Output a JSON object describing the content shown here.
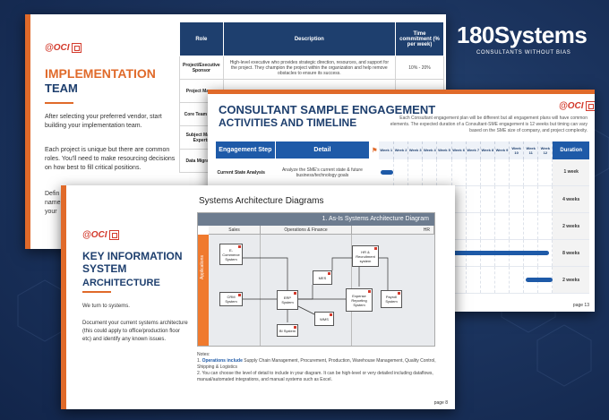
{
  "brand": {
    "logo": "180Systems",
    "tagline": "CONSULTANTS WITHOUT BIAS"
  },
  "logo_text": "@OCI",
  "implementation": {
    "title1": "IMPLEMENTATION",
    "title2": "TEAM",
    "para1": "After selecting your preferred vendor, start building your implementation team.",
    "para2": "Each project is unique but there are common roles. You'll need to make resourcing decisions on how best to fill critical positions.",
    "para3a": "Defin",
    "para3b": "name",
    "para3c": "your",
    "table": {
      "headers": [
        "Role",
        "Description",
        "Time commitment (% per week)"
      ],
      "rows": [
        {
          "role": "Project/Executive Sponsor",
          "desc": "High-level executive who provides strategic direction, resources, and support for the project. They champion the project within the organization and help remove obstacles to ensure its success.",
          "time": "10% - 20%"
        },
        {
          "role": "Project Manag",
          "desc": "",
          "time": ""
        },
        {
          "role": "Core Team Lead",
          "desc": "",
          "time": ""
        },
        {
          "role": "Subject Matter Experts",
          "desc": "",
          "time": ""
        },
        {
          "role": "Data Migration",
          "desc": "",
          "time": ""
        }
      ]
    }
  },
  "consultant": {
    "title1": "CONSULTANT SAMPLE ENGAGEMENT",
    "title2": "ACTIVITIES AND TIMELINE",
    "note": "Each Consultant engagement plan will be different but all engagement plans will have common elements. The expected duration of a Consultant-SME engagement is 12 weeks but timing can vary based on the SME size of company, and project complexity.",
    "headers": {
      "step": "Engagement Step",
      "detail": "Detail",
      "duration": "Duration"
    },
    "weeks": [
      "Week 1",
      "Week 2",
      "Week 3",
      "Week 4",
      "Week 5",
      "Week 6",
      "Week 7",
      "Week 8",
      "Week 9",
      "Week 10",
      "Week 11",
      "Week 12"
    ],
    "rows": [
      {
        "step": "Current State Analysis",
        "detail": "Analyze the SME's current state & future business/technology goals",
        "duration": "1 week",
        "start": 1,
        "end": 1
      },
      {
        "step": "",
        "detail": "",
        "duration": "4 weeks",
        "start": 0,
        "end": 0
      },
      {
        "step": "",
        "detail": "",
        "duration": "2 weeks",
        "start": 0,
        "end": 0
      },
      {
        "step": "",
        "detail": "",
        "duration": "8 weeks",
        "start": 1,
        "end": 12
      },
      {
        "step": "",
        "detail": "",
        "duration": "2 weeks",
        "start": 11,
        "end": 12
      }
    ],
    "page": "page 13"
  },
  "architecture": {
    "title1": "KEY INFORMATION SYSTEM",
    "title2": "ARCHITECTURE",
    "para1": "We turn to systems.",
    "para2": "Document your current systems architecture (this could apply to office/production floor etc) and identify any known issues.",
    "heading": "Systems Architecture Diagrams",
    "diagram_title": "1. As-Is Systems Architecture Diagram",
    "lanes": [
      "Sales",
      "Operations & Finance",
      "HR"
    ],
    "side_label": "Applications",
    "systems": {
      "ecom": "E-Commerce System",
      "crm": "CRM System",
      "erp": "ERP System",
      "mes": "MES",
      "wms": "WMS",
      "bi": "BI System",
      "hr": "HR & Recruitment system",
      "expense": "Expense Reporting System",
      "payroll": "Payroll System"
    },
    "notes_label": "Notes:",
    "note1_bold": "Operations include",
    "note1": " Supply Chain Management, Procurement, Production, Warehouse Management, Quality Control, Shipping & Logistics",
    "note2": "You can choose the level of detail to include in your diagram. It can be high-level or very detailed including dataflows, manual/automated integrations, and manual systems such as Excel.",
    "page": "page 8"
  }
}
